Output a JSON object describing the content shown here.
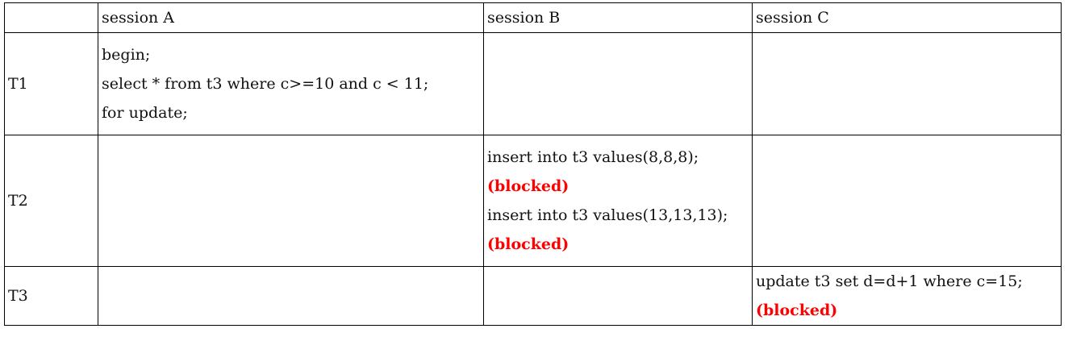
{
  "header": {
    "empty": "",
    "session_a": "session A",
    "session_b": "session B",
    "session_c": "session C"
  },
  "rows": [
    {
      "time": "T1",
      "session_a": [
        "begin;",
        "select * from t3 where c>=10 and c < 11;",
        "for update;"
      ],
      "session_b": [],
      "session_c": []
    },
    {
      "time": "T2",
      "session_a": [],
      "session_b": [
        "insert into t3 values(8,8,8);",
        "(blocked)",
        "insert into t3 values(13,13,13);",
        "(blocked)"
      ],
      "session_c": []
    },
    {
      "time": "T3",
      "session_a": [],
      "session_b": [],
      "session_c": [
        "update t3 set d=d+1 where c=15;",
        "(blocked)"
      ]
    }
  ],
  "colors": {
    "blocked": "#ff0000",
    "border": "#000000"
  }
}
